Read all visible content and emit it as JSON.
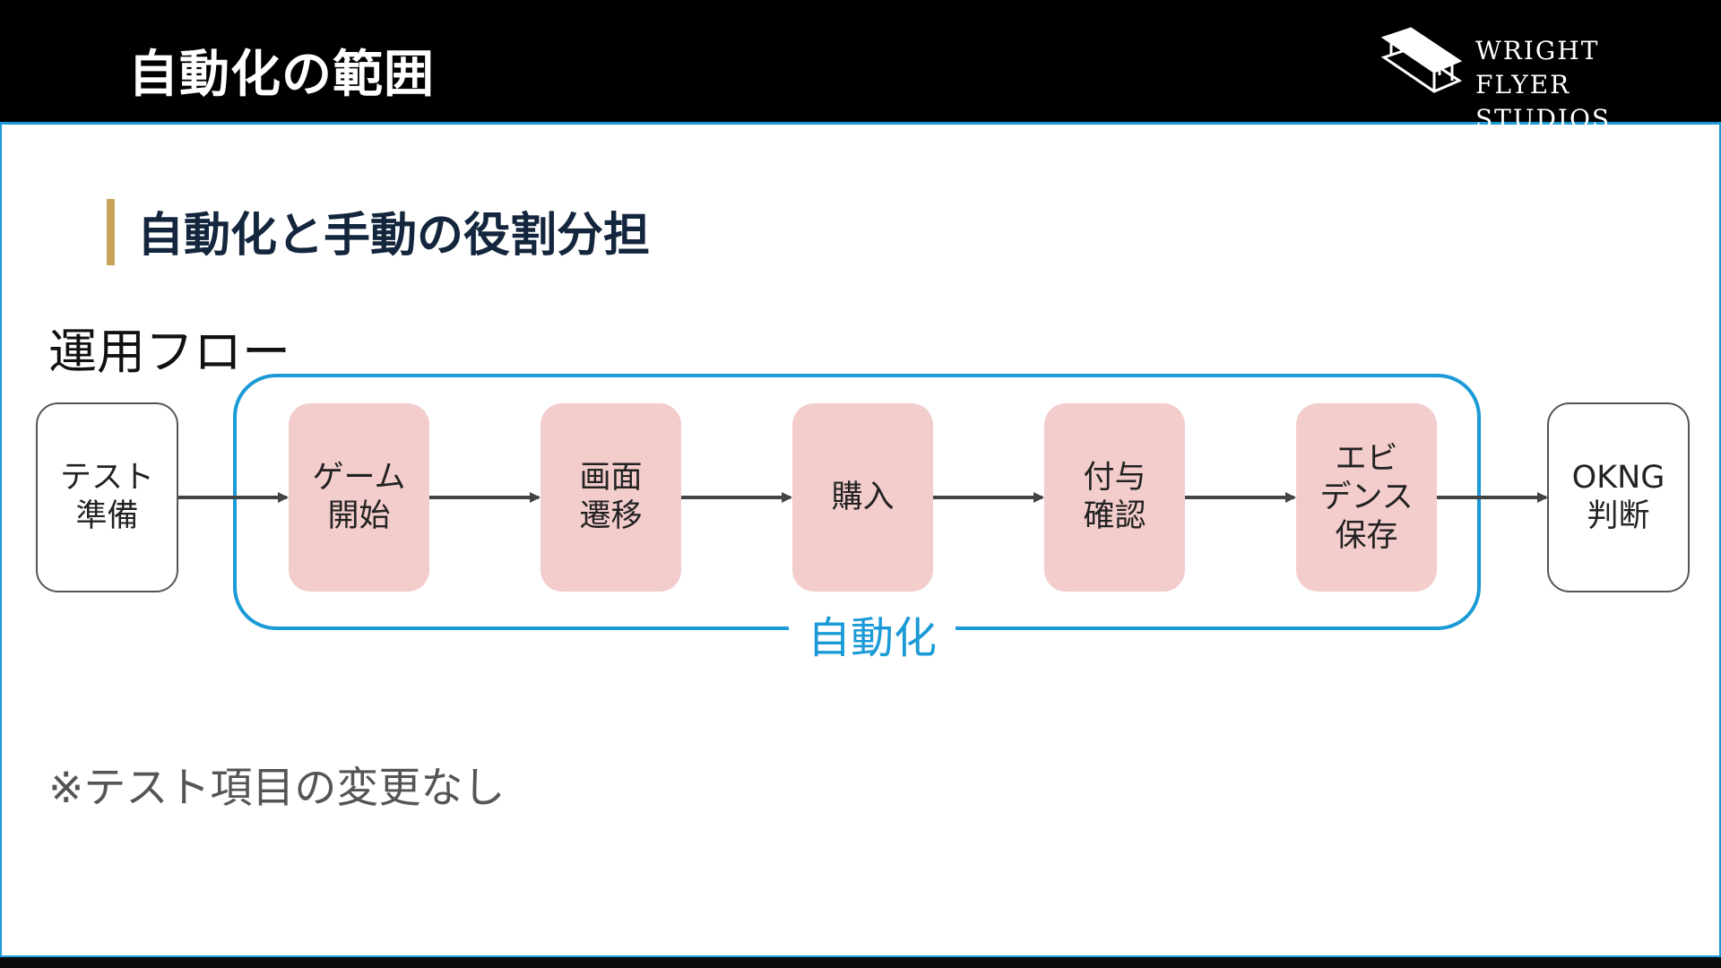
{
  "header": {
    "title": "自動化の範囲",
    "logo_line1": "WRIGHT FLYER",
    "logo_line2": "STUDIOS",
    "logo_icon": "wright-flyer-biplane-icon"
  },
  "section": {
    "title": "自動化と手動の役割分担"
  },
  "flow": {
    "heading": "運用フロー",
    "group_label": "自動化",
    "nodes": [
      {
        "lines": [
          "テスト",
          "準備"
        ],
        "automated": false
      },
      {
        "lines": [
          "ゲーム",
          "開始"
        ],
        "automated": true
      },
      {
        "lines": [
          "画面",
          "遷移"
        ],
        "automated": true
      },
      {
        "lines": [
          "購入"
        ],
        "automated": true
      },
      {
        "lines": [
          "付与",
          "確認"
        ],
        "automated": true
      },
      {
        "lines": [
          "エビ",
          "デンス",
          "保存"
        ],
        "automated": true
      },
      {
        "lines": [
          "OKNG",
          "判断"
        ],
        "automated": false
      }
    ]
  },
  "note": "※テスト項目の変更なし",
  "colors": {
    "accent_blue": "#1a9ad6",
    "automated_fill": "#f3cccc",
    "section_bar": "#c9a55a",
    "title_navy": "#14263d"
  }
}
